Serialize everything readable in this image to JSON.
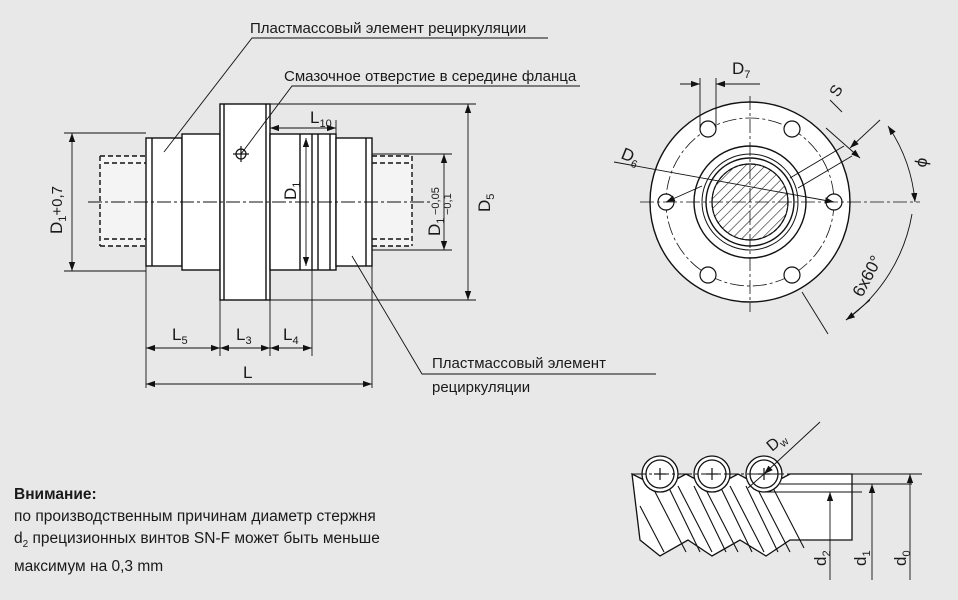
{
  "callouts": {
    "recirc_top": "Пластмассовый элемент рециркуляции",
    "lube_hole": "Смазочное отверстие в середине фланца",
    "recirc_bottom_line1": "Пластмассовый элемент",
    "recirc_bottom_line2": "рециркуляции"
  },
  "dimensions": {
    "d1_plus": {
      "main": "D",
      "sub": "1",
      "tail": "+0,7"
    },
    "d1": {
      "main": "D",
      "sub": "1"
    },
    "d1_tol": {
      "main": "D",
      "sub": "1",
      "upper": "−0,05",
      "lower": "−0,1"
    },
    "d5": {
      "main": "D",
      "sub": "5"
    },
    "l10": {
      "main": "L",
      "sub": "10"
    },
    "l5": {
      "main": "L",
      "sub": "5"
    },
    "l3": {
      "main": "L",
      "sub": "3"
    },
    "l4": {
      "main": "L",
      "sub": "4"
    },
    "l": {
      "main": "L"
    },
    "d7": {
      "main": "D",
      "sub": "7"
    },
    "d6": {
      "main": "D",
      "sub": "6"
    },
    "s": "S",
    "phi": "ϕ",
    "holes": "6x60°",
    "dw": {
      "main": "D",
      "sub": "w"
    },
    "d2": {
      "main": "d",
      "sub": "2"
    },
    "d1_small": {
      "main": "d",
      "sub": "1"
    },
    "d0": {
      "main": "d",
      "sub": "0"
    }
  },
  "note": {
    "heading": "Внимание:",
    "line1": "по производственным причинам диаметр стержня",
    "line2_prefix": "d",
    "line2_sub": "2",
    "line2_rest": " прецизионных винтов SN-F может быть меньше",
    "line3": "максимум на 0,3 mm"
  }
}
